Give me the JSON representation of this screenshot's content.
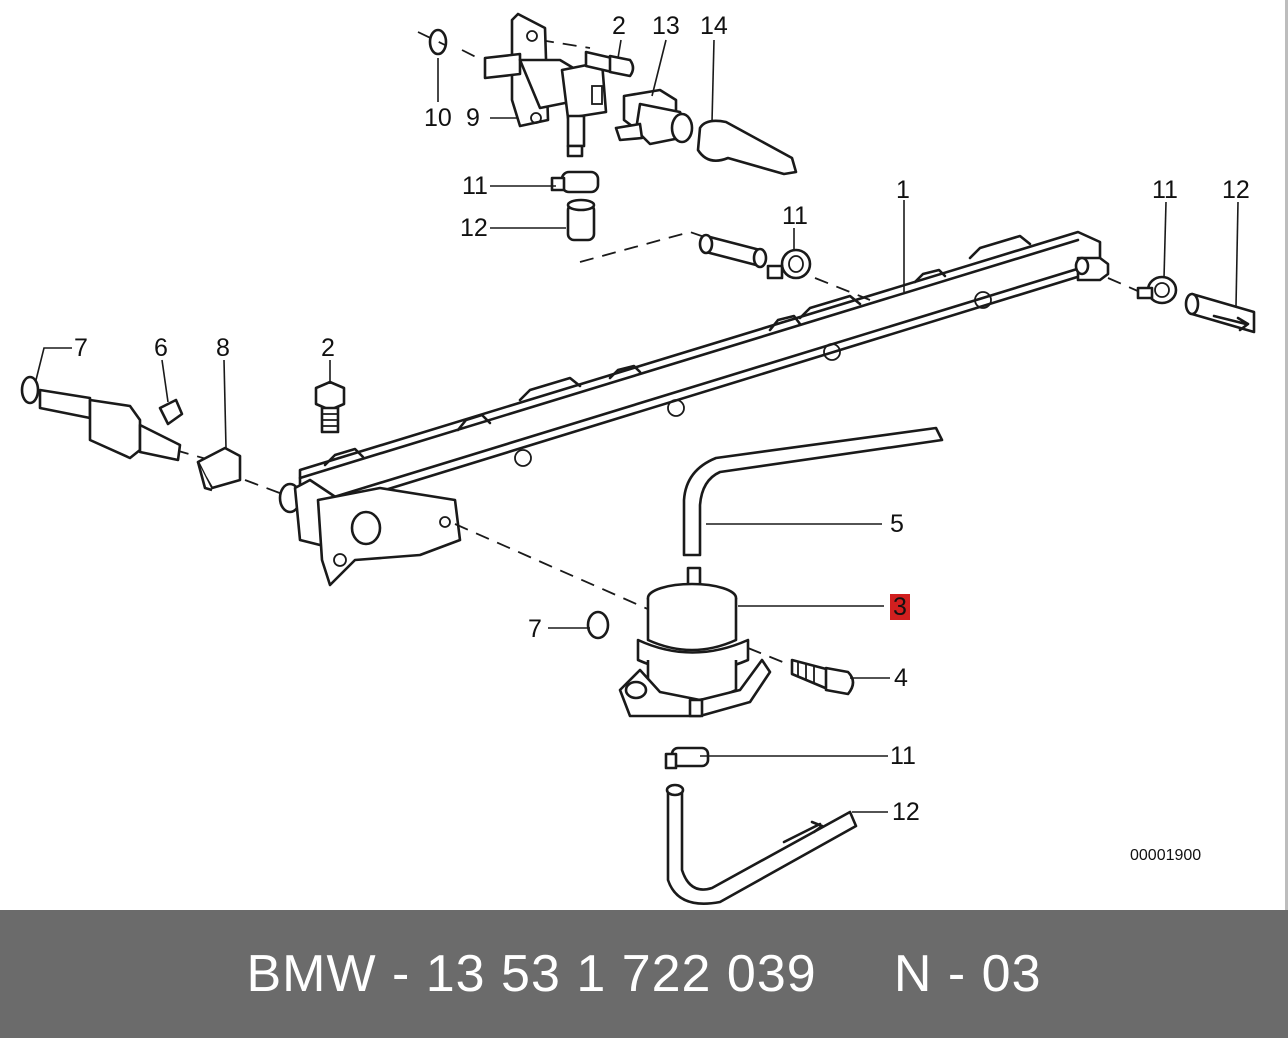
{
  "diagram": {
    "callouts": {
      "c1": "1",
      "c2_top": "2",
      "c2_mid": "2",
      "c3": "3",
      "c4": "4",
      "c5": "5",
      "c6": "6",
      "c7_left": "7",
      "c7_low": "7",
      "c8": "8",
      "c9": "9",
      "c10": "10",
      "c11_top": "11",
      "c11_mid": "11",
      "c11_right": "11",
      "c11_low": "11",
      "c12_top": "12",
      "c12_right": "12",
      "c12_low": "12",
      "c13": "13",
      "c14": "14"
    },
    "drawing_code": "00001900",
    "highlight_color": "#d11f1f"
  },
  "footer": {
    "text": "BMW - 13 53 1 722 039     N - 03"
  }
}
